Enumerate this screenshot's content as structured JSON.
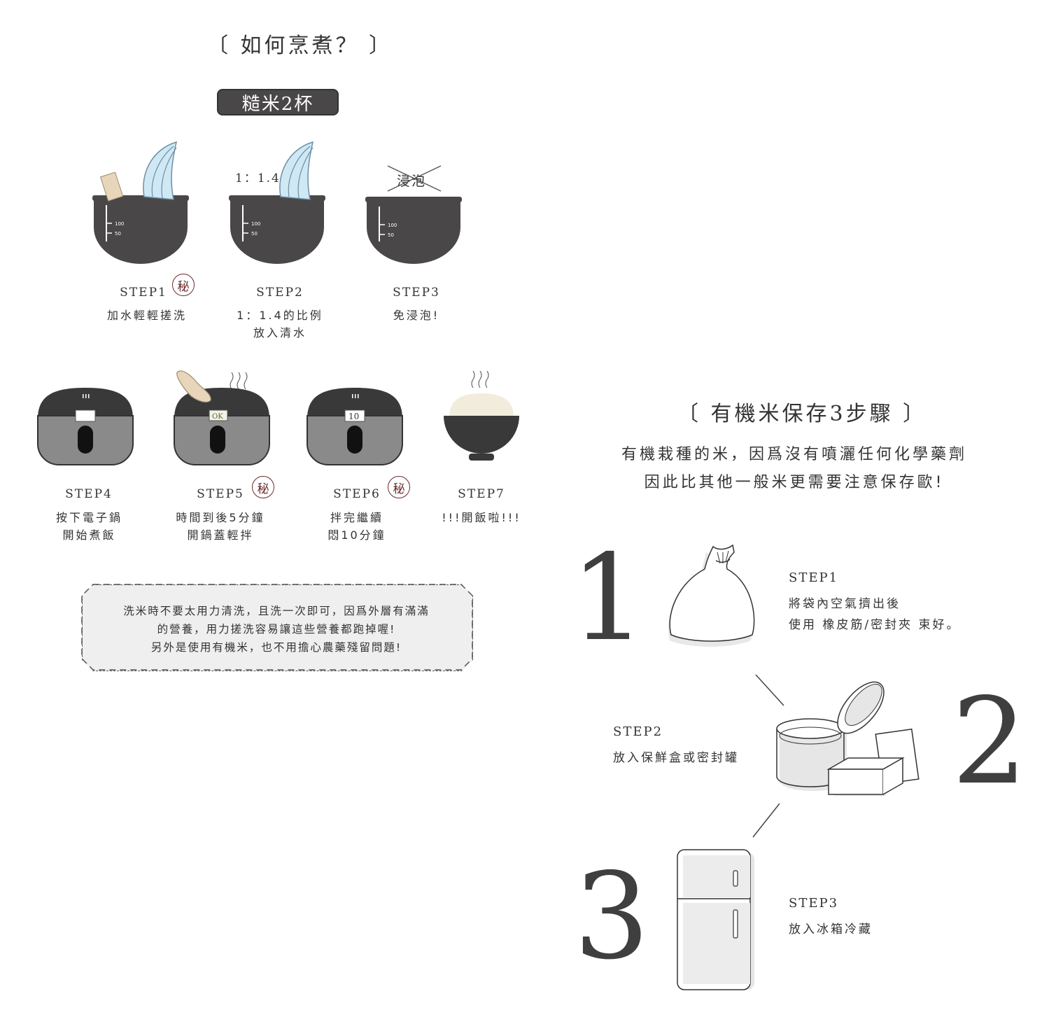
{
  "cooking": {
    "title": "〔 如何烹煮？ 〕",
    "badge": "糙米2杯",
    "ratio_label": "1：1.4",
    "no_soak_label": "浸泡",
    "cup_marks": [
      "100",
      "50"
    ],
    "secret_mark": "秘",
    "display_ok": "OK",
    "display_timer": "10",
    "steps": [
      {
        "label": "STEP1",
        "desc": [
          "加水輕輕搓洗"
        ]
      },
      {
        "label": "STEP2",
        "desc": [
          "1：1.4的比例",
          "放入清水"
        ]
      },
      {
        "label": "STEP3",
        "desc": [
          "免浸泡!"
        ]
      },
      {
        "label": "STEP4",
        "desc": [
          "按下電子鍋",
          "開始煮飯"
        ]
      },
      {
        "label": "STEP5",
        "desc": [
          "時間到後5分鐘",
          "開鍋蓋輕拌"
        ]
      },
      {
        "label": "STEP6",
        "desc": [
          "拌完繼續",
          "悶10分鐘"
        ]
      },
      {
        "label": "STEP7",
        "desc": [
          "!!!開飯啦!!!"
        ]
      }
    ],
    "note": [
      "洗米時不要太用力清洗，且洗一次即可，因爲外層有滿滿",
      "的營養，用力搓洗容易讓這些營養都跑掉喔!",
      "另外是使用有機米，也不用擔心農藥殘留問題!"
    ]
  },
  "storage": {
    "title": "〔 有機米保存3步驟 〕",
    "intro": [
      "有機栽種的米，因爲沒有噴灑任何化學藥劑",
      "因此比其他一般米更需要注意保存歐!"
    ],
    "steps": [
      {
        "number": "1",
        "label": "STEP1",
        "desc": [
          "將袋內空氣擠出後",
          "使用 橡皮筋/密封夾 束好。"
        ]
      },
      {
        "number": "2",
        "label": "STEP2",
        "desc": [
          "放入保鮮盒或密封罐"
        ]
      },
      {
        "number": "3",
        "label": "STEP3",
        "desc": [
          "放入冰箱冷藏"
        ]
      }
    ]
  }
}
